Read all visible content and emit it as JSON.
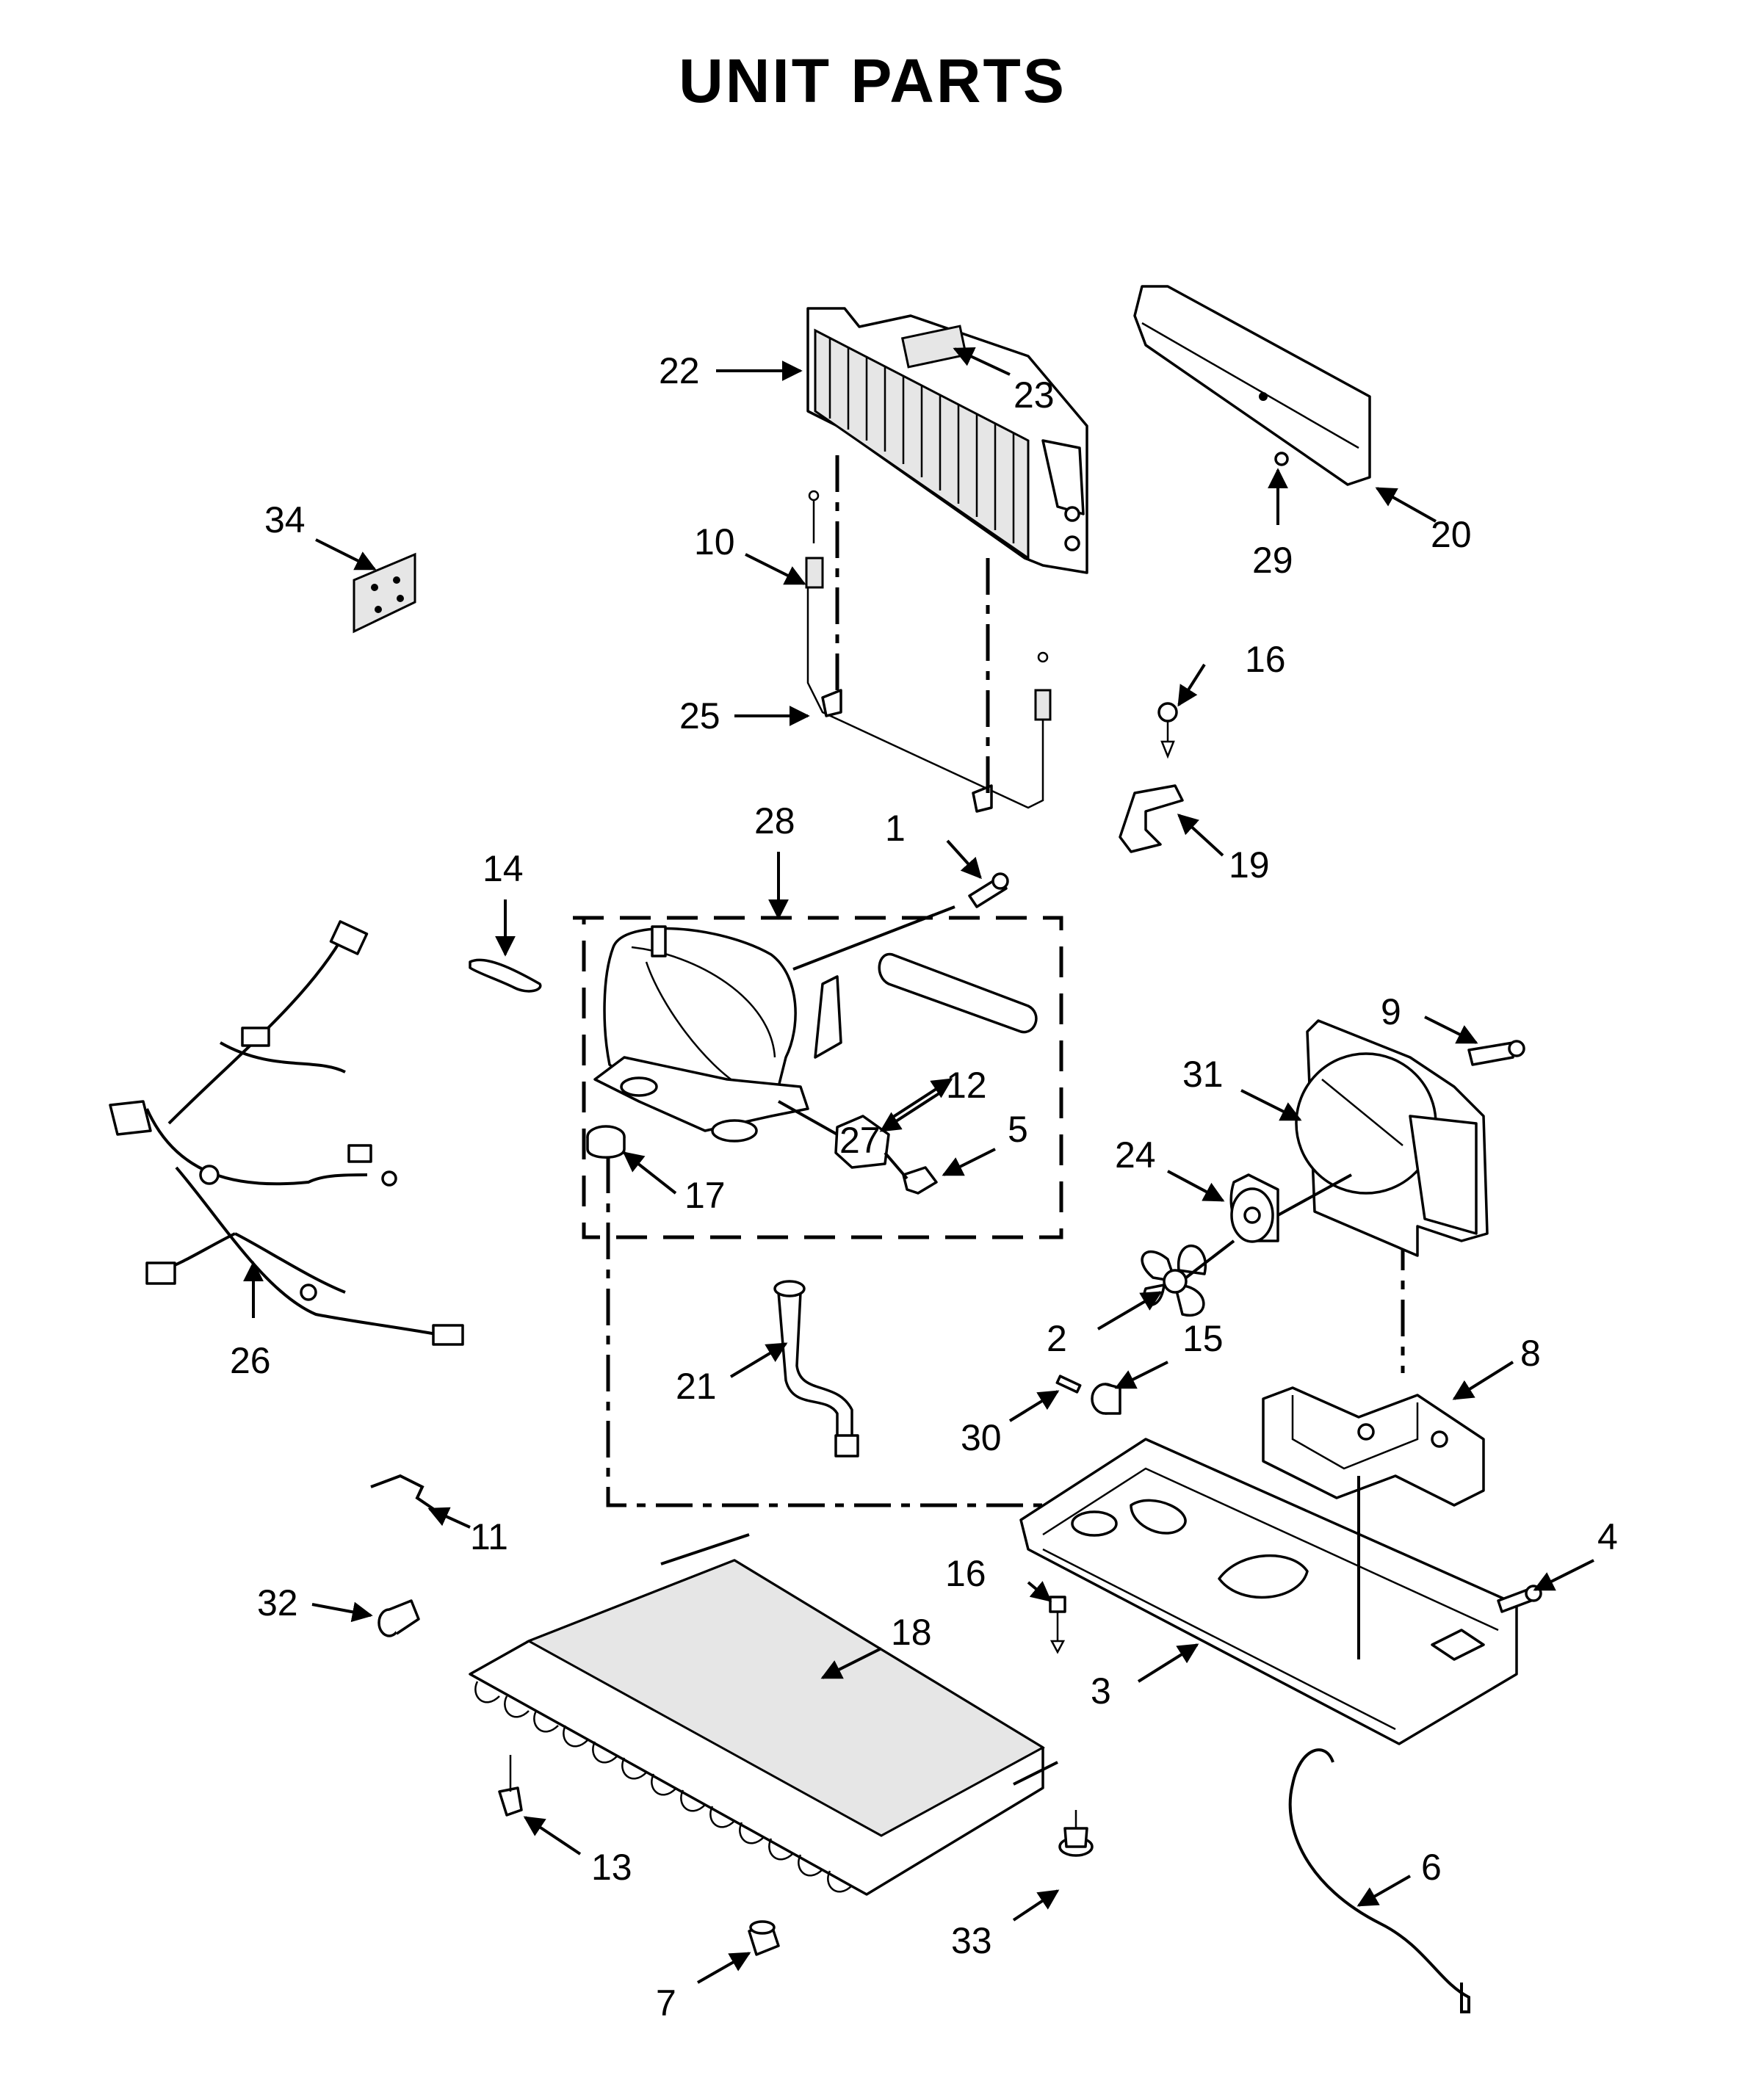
{
  "title": "UNIT PARTS",
  "callouts": [
    {
      "id": "1",
      "label": "1"
    },
    {
      "id": "2",
      "label": "2"
    },
    {
      "id": "3",
      "label": "3"
    },
    {
      "id": "4",
      "label": "4"
    },
    {
      "id": "5",
      "label": "5"
    },
    {
      "id": "6",
      "label": "6"
    },
    {
      "id": "7",
      "label": "7"
    },
    {
      "id": "8",
      "label": "8"
    },
    {
      "id": "9",
      "label": "9"
    },
    {
      "id": "10",
      "label": "10"
    },
    {
      "id": "11",
      "label": "11"
    },
    {
      "id": "12",
      "label": "12"
    },
    {
      "id": "13",
      "label": "13"
    },
    {
      "id": "14",
      "label": "14"
    },
    {
      "id": "15",
      "label": "15"
    },
    {
      "id": "16a",
      "label": "16"
    },
    {
      "id": "16b",
      "label": "16"
    },
    {
      "id": "17",
      "label": "17"
    },
    {
      "id": "18",
      "label": "18"
    },
    {
      "id": "19",
      "label": "19"
    },
    {
      "id": "20",
      "label": "20"
    },
    {
      "id": "21",
      "label": "21"
    },
    {
      "id": "22",
      "label": "22"
    },
    {
      "id": "23",
      "label": "23"
    },
    {
      "id": "24",
      "label": "24"
    },
    {
      "id": "25",
      "label": "25"
    },
    {
      "id": "26",
      "label": "26"
    },
    {
      "id": "27",
      "label": "27"
    },
    {
      "id": "28",
      "label": "28"
    },
    {
      "id": "29",
      "label": "29"
    },
    {
      "id": "30",
      "label": "30"
    },
    {
      "id": "31",
      "label": "31"
    },
    {
      "id": "32",
      "label": "32"
    },
    {
      "id": "33",
      "label": "33"
    },
    {
      "id": "34",
      "label": "34"
    }
  ]
}
